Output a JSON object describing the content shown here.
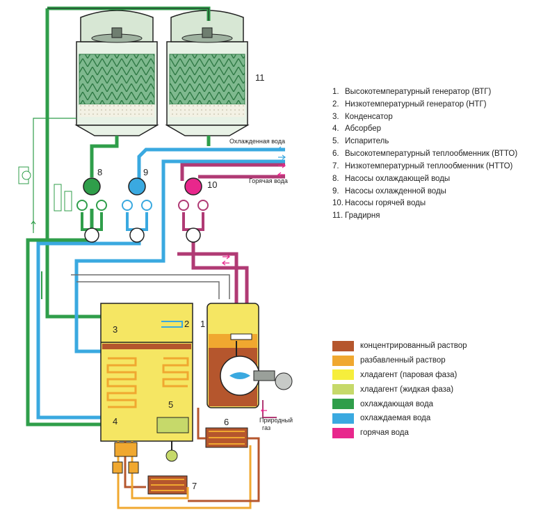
{
  "components": [
    {
      "num": "1.",
      "text": "Высокотемпературный генератор (ВТГ)"
    },
    {
      "num": "2.",
      "text": "Низкотемпературный генератор (НТГ)"
    },
    {
      "num": "3.",
      "text": "Конденсатор"
    },
    {
      "num": "4.",
      "text": "Абсорбер"
    },
    {
      "num": "5.",
      "text": "Испаритель"
    },
    {
      "num": "6.",
      "text": "Высокотемпературный теплообменник (ВТТО)"
    },
    {
      "num": "7.",
      "text": "Низкотемпературный теплообменник (НТТО)"
    },
    {
      "num": "8.",
      "text": "Насосы охлаждающей воды"
    },
    {
      "num": "9.",
      "text": "Насосы охлажденной воды"
    },
    {
      "num": "10.",
      "text": "Насосы горячей воды"
    },
    {
      "num": "11.",
      "text": "Градирня"
    }
  ],
  "flow_legend": [
    {
      "label": "концентрированный раствор",
      "color": "#b5562d"
    },
    {
      "label": "разбавленный раствор",
      "color": "#f0a830"
    },
    {
      "label": "хладагент (паровая фаза)",
      "color": "#f6ee3c"
    },
    {
      "label": "хладагент (жидкая фаза)",
      "color": "#c6d96a"
    },
    {
      "label": "охлаждающая вода",
      "color": "#2f9e4a"
    },
    {
      "label": "охлаждаемая вода",
      "color": "#3aa9e0"
    },
    {
      "label": "горячая вода",
      "color": "#e8278c"
    }
  ],
  "diagram_labels": {
    "chilled_water": "Охлажденная вода",
    "hot_water": "Горячая вода",
    "natural_gas_line1": "Природный",
    "natural_gas_line2": "газ",
    "n1": "1",
    "n2": "2",
    "n3": "3",
    "n4": "4",
    "n5": "5",
    "n6": "6",
    "n7": "7",
    "n8": "8",
    "n9": "9",
    "n10": "10",
    "n11": "11"
  }
}
